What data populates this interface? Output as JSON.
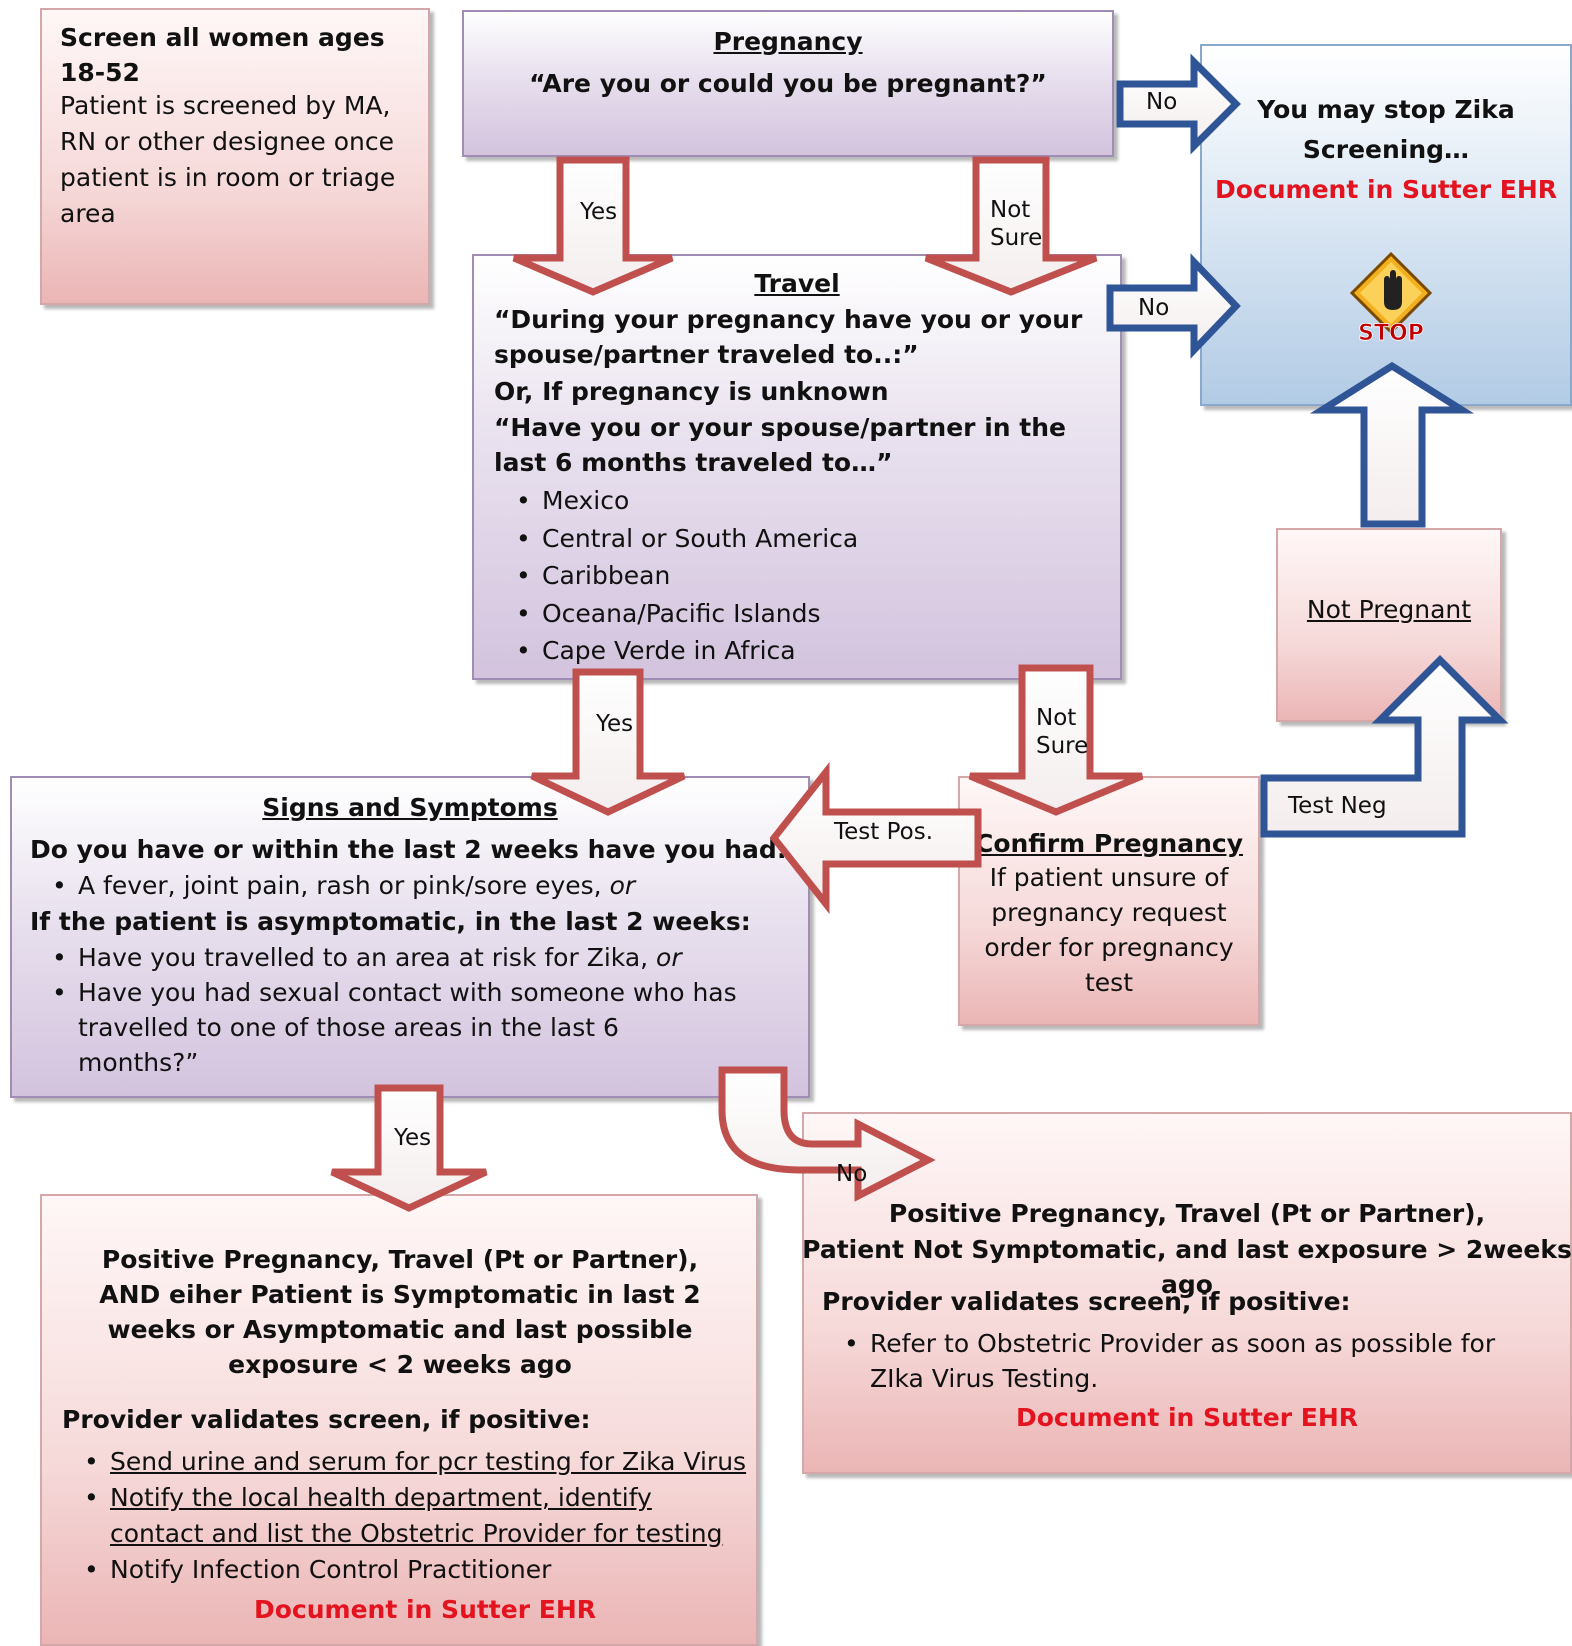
{
  "screen": {
    "title": "Screen all women ages 18-52",
    "text": "Patient is screened by MA, RN or other designee once patient is in room or triage area"
  },
  "pregnancy": {
    "title": "Pregnancy",
    "question": "“Are you or could you be pregnant?”"
  },
  "stop": {
    "line1": "You may stop Zika",
    "line2": "Screening…",
    "document": "Document in Sutter EHR",
    "icon_label": "STOP"
  },
  "travel": {
    "title": "Travel",
    "q1": "“During your pregnancy have you or your spouse/partner traveled to..:”",
    "q2": "Or, If pregnancy is unknown",
    "q3": "“Have you or your spouse/partner in the last 6 months traveled to…”",
    "places": [
      "Mexico",
      "Central  or South America",
      "Caribbean",
      "Oceana/Pacific Islands",
      "Cape Verde in Africa"
    ]
  },
  "not_pregnant": {
    "label": "Not Pregnant"
  },
  "signs": {
    "title": "Signs and Symptoms",
    "q1": "Do you have or within the last 2 weeks have you had:",
    "item1": "A fever, joint pain, rash or pink/sore eyes, ",
    "or": "or",
    "q2": "If the patient is asymptomatic, in the last 2 weeks:",
    "item2": "Have you travelled to an area at risk for Zika, ",
    "item3": "Have you had sexual contact with someone who has travelled to one of those areas in the last 6 months?”"
  },
  "confirm": {
    "title": "Confirm Pregnancy",
    "text": "If patient unsure of pregnancy request order for pregnancy test"
  },
  "positive": {
    "heading": "Positive Pregnancy, Travel (Pt or Partner), AND eiher Patient is Symptomatic in last 2 weeks or Asymptomatic and last possible exposure < 2 weeks ago",
    "validate": "Provider validates screen, if positive:",
    "items": [
      "Send urine and serum for pcr testing for Zika Virus",
      "Notify the local health department,  identify contact and list the Obstetric Provider for testing",
      "Notify Infection Control Practitioner"
    ],
    "document": "Document in Sutter EHR"
  },
  "negative": {
    "heading_line1": "Positive Pregnancy, Travel (Pt or Partner),",
    "heading_line2": "Patient Not Symptomatic, and last exposure > 2weeks ago",
    "validate": "Provider validates screen, if positive:",
    "item": "Refer to Obstetric Provider as soon as possible for ZIka Virus Testing.",
    "document": "Document in Sutter EHR"
  },
  "arrows": {
    "no1": "No",
    "no2": "No",
    "no3": "No",
    "yes1": "Yes",
    "yes2": "Yes",
    "yes3": "Yes",
    "not_sure1_a": "Not",
    "not_sure1_b": "Sure",
    "not_sure2_a": "Not",
    "not_sure2_b": "Sure",
    "test_pos": "Test Pos.",
    "test_neg": "Test Neg"
  },
  "colors": {
    "red_arrow": "#c0504d",
    "blue_arrow": "#2f5597",
    "document_red": "#e3141f"
  }
}
